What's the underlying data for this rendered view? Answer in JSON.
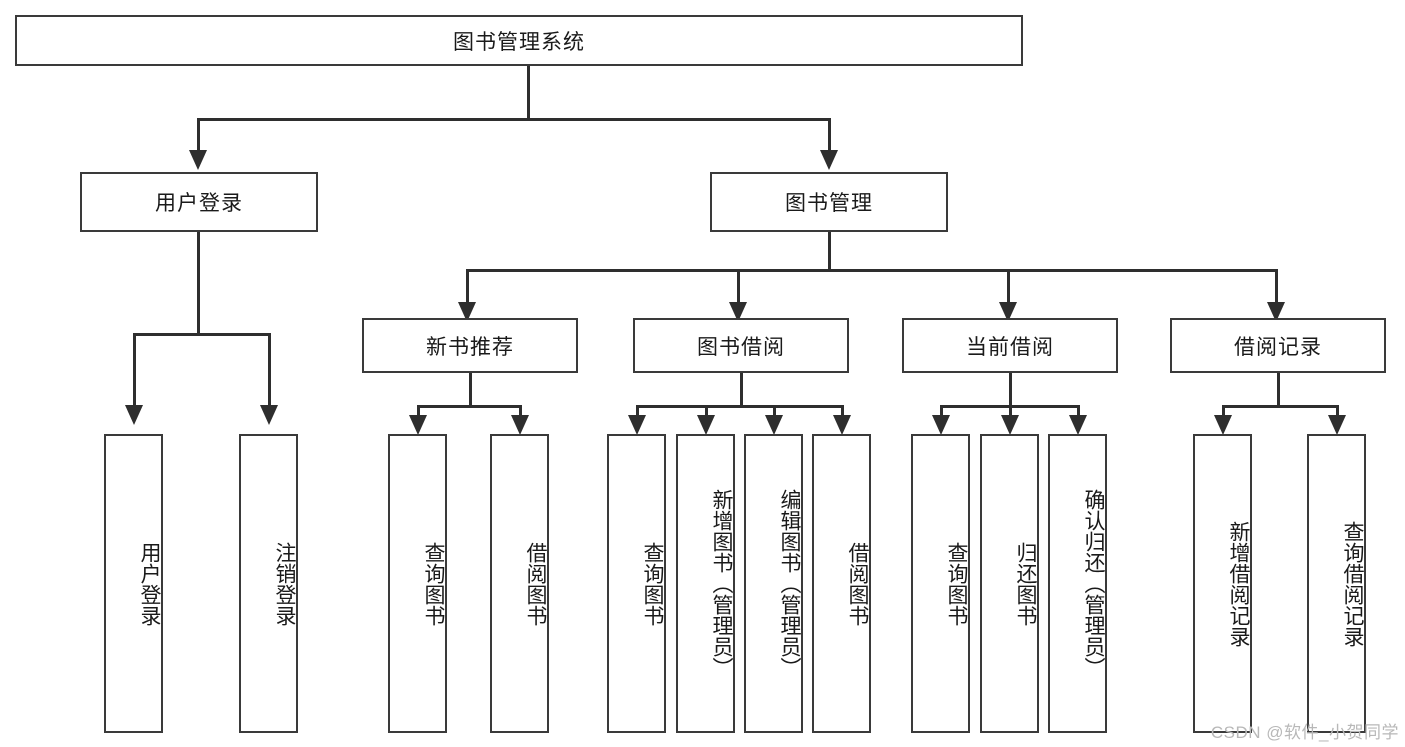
{
  "diagram": {
    "type": "tree-hierarchy",
    "title": "图书管理系统",
    "root": {
      "label": "图书管理系统"
    },
    "level2": [
      {
        "id": "user-login",
        "label": "用户登录"
      },
      {
        "id": "book-management",
        "label": "图书管理"
      }
    ],
    "level3": [
      {
        "id": "new-book-recommend",
        "label": "新书推荐",
        "parent": "book-management"
      },
      {
        "id": "book-borrow",
        "label": "图书借阅",
        "parent": "book-management"
      },
      {
        "id": "current-borrow",
        "label": "当前借阅",
        "parent": "book-management"
      },
      {
        "id": "borrow-record",
        "label": "借阅记录",
        "parent": "book-management"
      }
    ],
    "leaves": {
      "user-login": [
        {
          "id": "leaf-user-login",
          "label": "用户登录"
        },
        {
          "id": "leaf-logout-login",
          "label": "注销登录"
        }
      ],
      "new-book-recommend": [
        {
          "id": "leaf-query-book-1",
          "label": "查询图书"
        },
        {
          "id": "leaf-borrow-book-1",
          "label": "借阅图书"
        }
      ],
      "book-borrow": [
        {
          "id": "leaf-query-book-2",
          "label": "查询图书"
        },
        {
          "id": "leaf-add-book",
          "label": "新增图书（管理员）"
        },
        {
          "id": "leaf-edit-book",
          "label": "编辑图书（管理员）"
        },
        {
          "id": "leaf-borrow-book-2",
          "label": "借阅图书"
        }
      ],
      "current-borrow": [
        {
          "id": "leaf-query-book-3",
          "label": "查询图书"
        },
        {
          "id": "leaf-return-book",
          "label": "归还图书"
        },
        {
          "id": "leaf-confirm-return",
          "label": "确认归还（管理员）"
        }
      ],
      "borrow-record": [
        {
          "id": "leaf-add-borrow-record",
          "label": "新增借阅记录"
        },
        {
          "id": "leaf-query-borrow-record",
          "label": "查询借阅记录"
        }
      ]
    }
  },
  "watermark": {
    "text": "CSDN @软件_小贺同学"
  },
  "colors": {
    "box_border": "#3a3a3a",
    "connector": "#2e2e2e",
    "background": "#ffffff",
    "text": "#1a1a1a",
    "watermark": "#b8b8b8"
  }
}
